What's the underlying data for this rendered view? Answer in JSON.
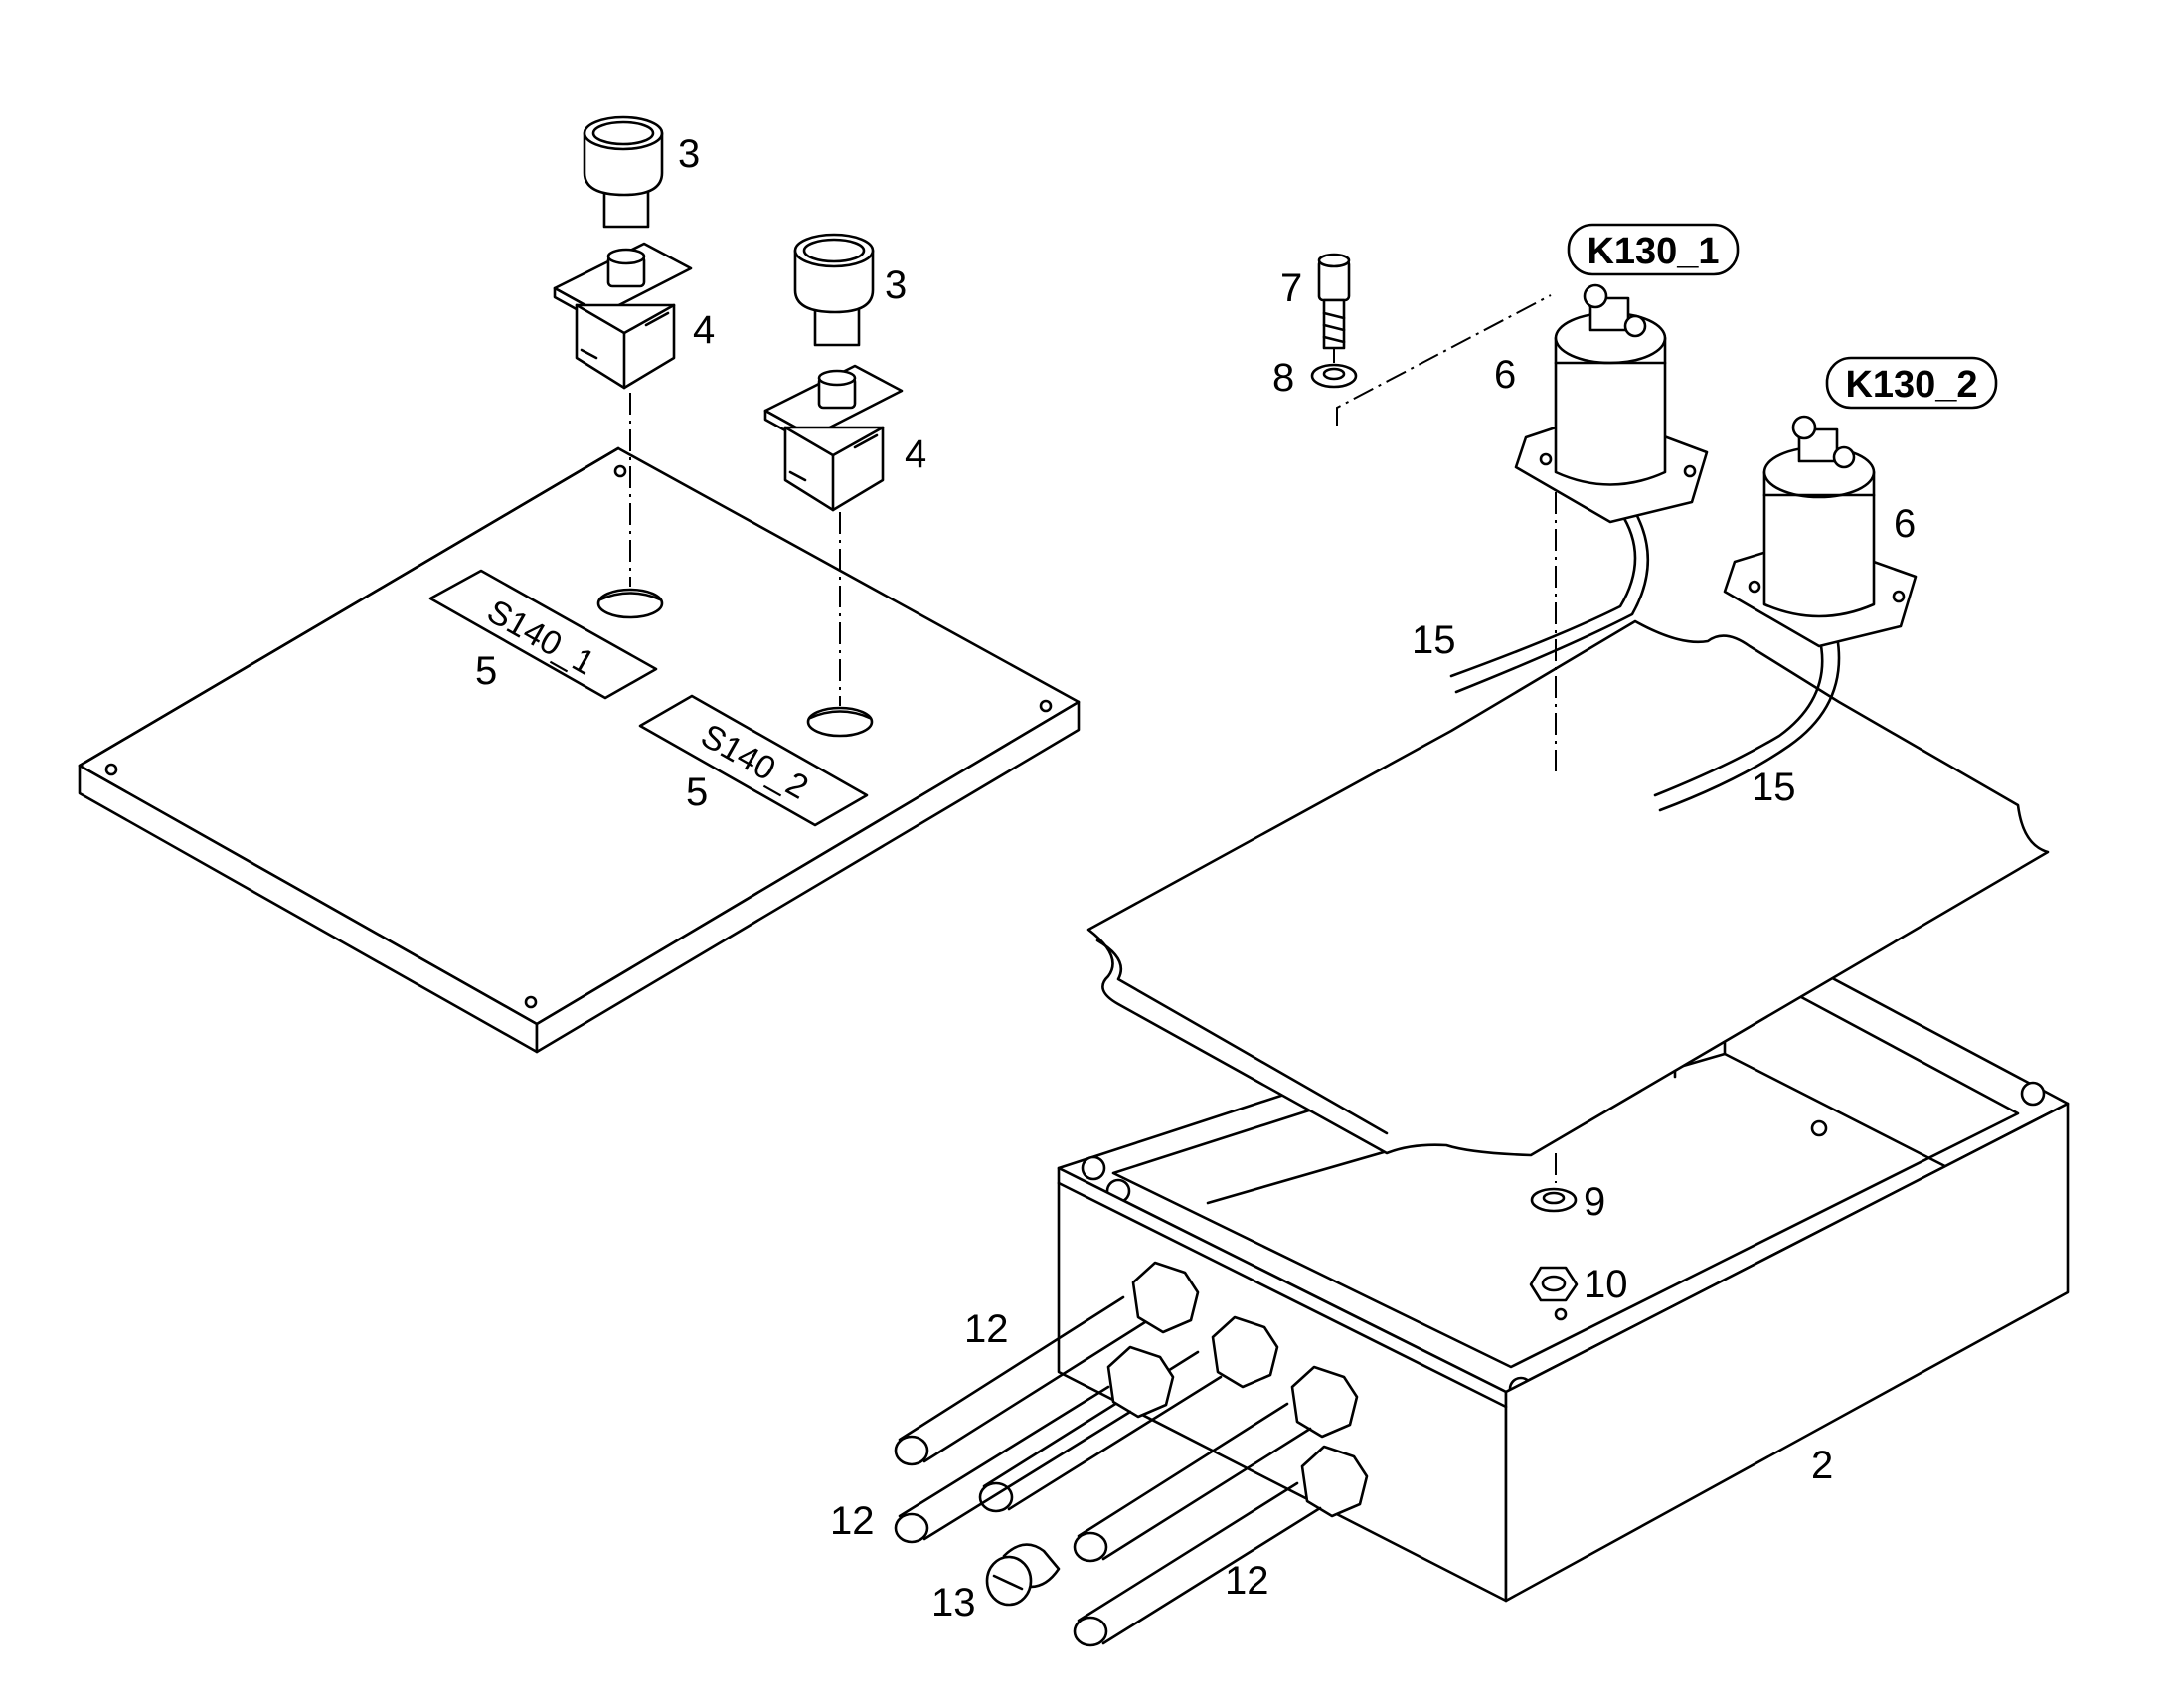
{
  "callouts": {
    "knob_a": "3",
    "knob_b": "3",
    "switch_a": "4",
    "switch_b": "4",
    "label_a": "5",
    "label_b": "5",
    "screw": "7",
    "washer": "8",
    "relay_a": "6",
    "relay_b": "6",
    "cable_a": "15",
    "cable_b": "15",
    "washer_low": "9",
    "nut": "10",
    "gland_a": "12",
    "gland_b": "12",
    "gland_c": "12",
    "plug": "13",
    "housing": "2"
  },
  "tags": {
    "relay_a": "K130_1",
    "relay_b": "K130_2"
  },
  "plates": {
    "switch_a": "S140_1",
    "switch_b": "S140_2"
  }
}
